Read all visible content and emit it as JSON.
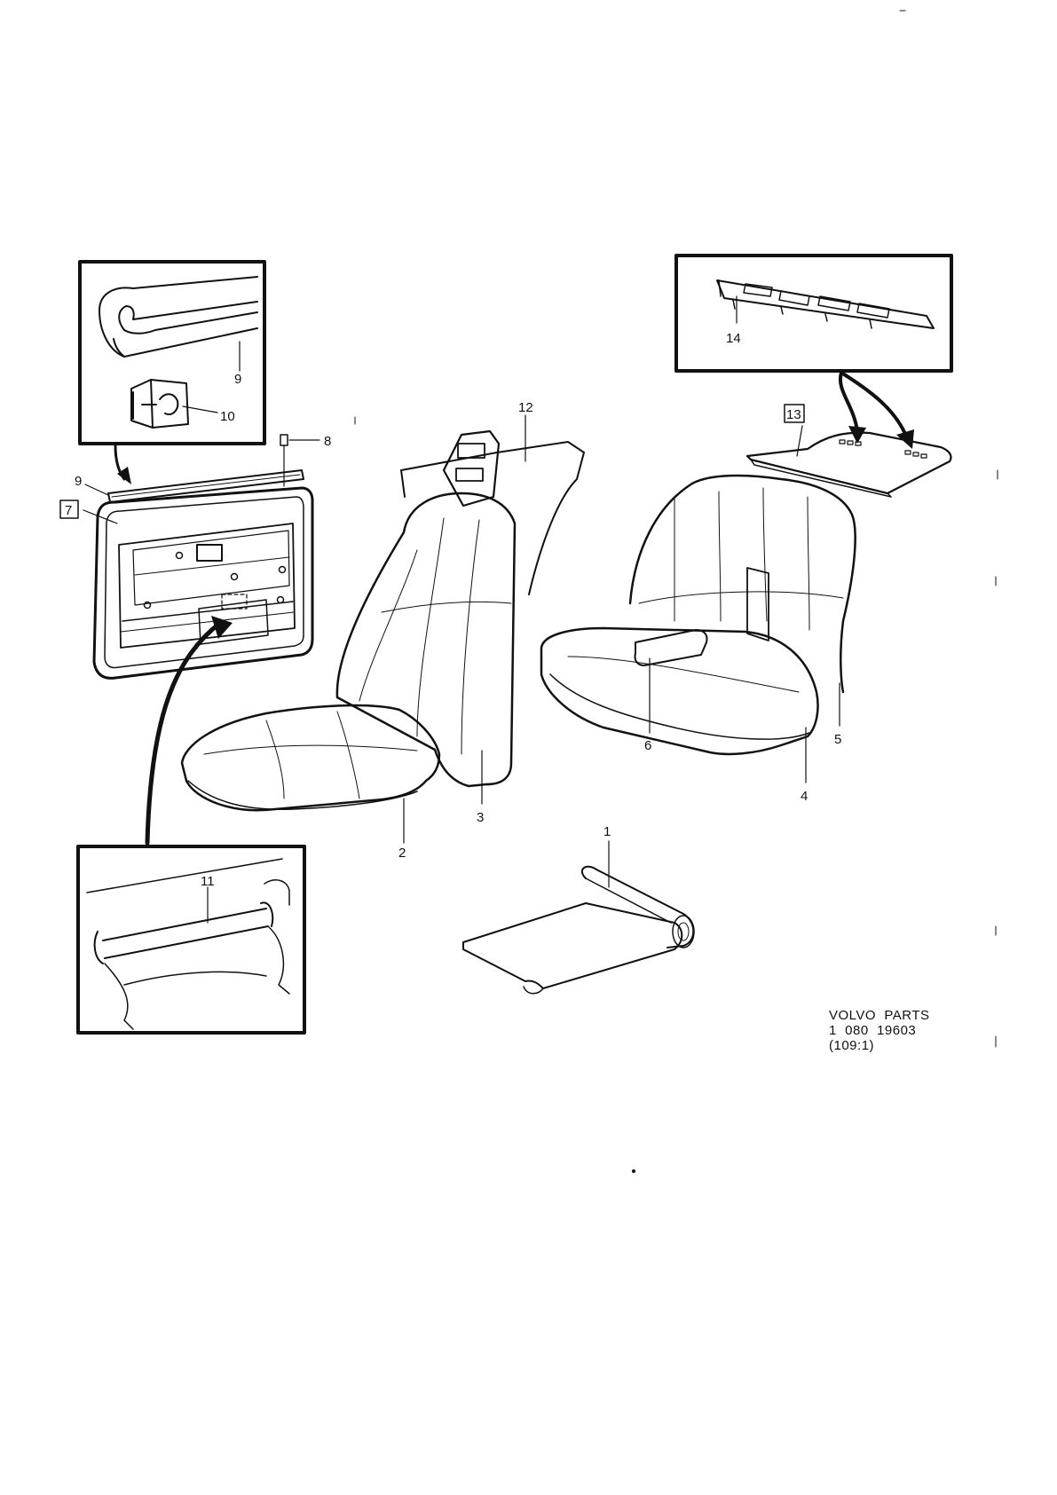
{
  "callouts": {
    "c1": "1",
    "c2": "2",
    "c3": "3",
    "c4": "4",
    "c5": "5",
    "c6": "6",
    "c7": "7",
    "c8": "8",
    "c9_detail": "9",
    "c9_main": "9",
    "c10": "10",
    "c11": "11",
    "c12": "12",
    "c13": "13",
    "c14": "14"
  },
  "caption": {
    "line1": "VOLVO  PARTS",
    "line2": "1  080  19603",
    "line3": "(109:1)"
  }
}
